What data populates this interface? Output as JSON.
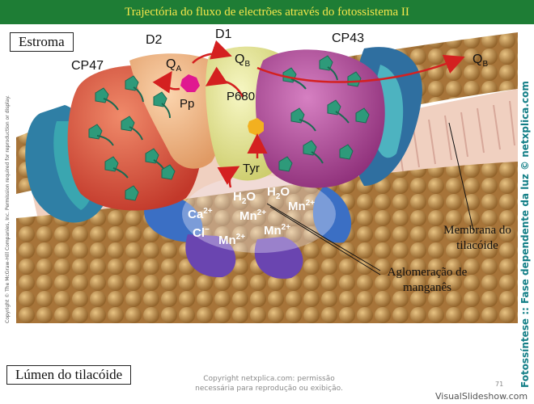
{
  "title": "Trajectória do fluxo de electrões através do fotossistema II",
  "labels": {
    "stroma": "Estroma",
    "lumen": "Lúmen do tilacóide",
    "membrane_line1": "Membrana do",
    "membrane_line2": "tilacóide",
    "cluster_line1": "Aglomeração de",
    "cluster_line2": "manganês"
  },
  "proteins": {
    "cp47": "CP47",
    "d2": "D2",
    "d1": "D1",
    "cp43": "CP43"
  },
  "cofactors": {
    "qa": "Q",
    "qa_sub": "A",
    "qb": "Q",
    "qb_sub": "B",
    "qb_out": "Q",
    "qb_out_sub": "B",
    "pp": "Pp",
    "p680": "P680",
    "tyr": "Tyr"
  },
  "ions": {
    "h2o_a": "H",
    "h2o_a_sub": "2",
    "h2o_a_end": "O",
    "h2o_b": "H",
    "h2o_b_sub": "2",
    "h2o_b_end": "O",
    "ca": "Ca",
    "ca_sup": "2+",
    "cl": "Cl",
    "cl_sup": "−",
    "mn1": "Mn",
    "mn1_sup": "2+",
    "mn2": "Mn",
    "mn2_sup": "2+",
    "mn3": "Mn",
    "mn3_sup": "2+",
    "mn4": "Mn",
    "mn4_sup": "2+"
  },
  "side_text_left": "Copyright © The McGraw-Hill Companies, Inc. Permission required for reproduction or display.",
  "side_text_right": "Fotossíntese :: Fase dependente da luz © netxplica.com",
  "footer_line1": "Copyright netxplica.com: permissão",
  "footer_line2": "necessária para reprodução ou exibição.",
  "page_number": "71",
  "watermark": "VisualSlideshow.com",
  "colors": {
    "title_bg": "#1e7d35",
    "title_text": "#f5e64a",
    "cp47": "#e0553f",
    "d2": "#f2b88a",
    "d1": "#e8e89a",
    "cp43": "#b44f9c",
    "chlorophyll": "#2e9a7a",
    "arrow": "#d42020",
    "lipid_head": "#b98540",
    "side_text": "#127e86"
  }
}
